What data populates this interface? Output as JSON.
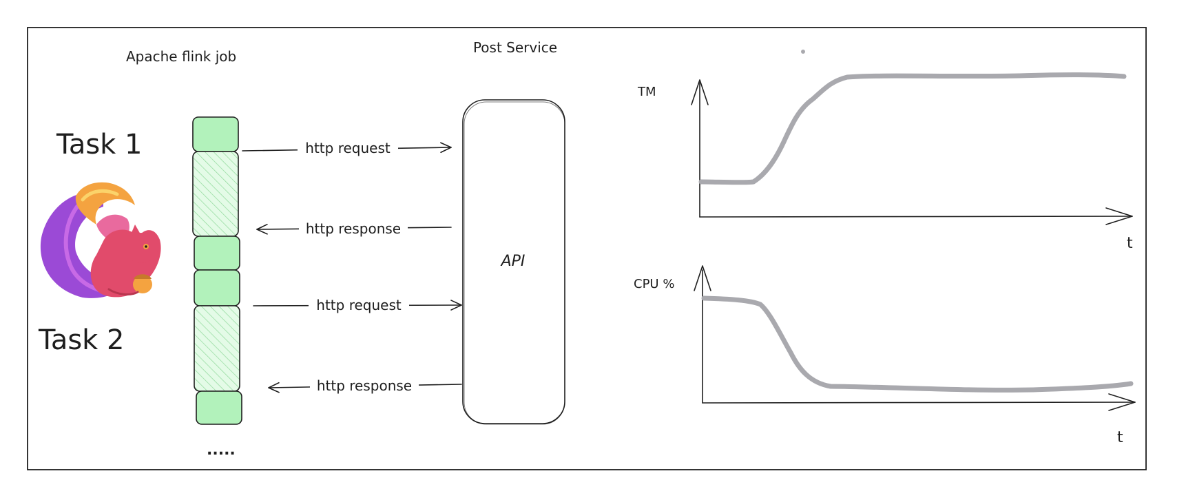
{
  "flink_job": {
    "title": "Apache flink job",
    "task1_label": "Task 1",
    "task2_label": "Task 2",
    "ellipsis": ".....",
    "logo_name": "apache-flink-squirrel-logo"
  },
  "post_service": {
    "title": "Post Service",
    "api_label": "API"
  },
  "arrows": {
    "request_1": "http request",
    "response_1": "http response",
    "request_2": "http request",
    "response_2": "http response"
  },
  "charts": {
    "tm": {
      "ylabel": "TM",
      "xlabel": "t"
    },
    "cpu": {
      "ylabel": "CPU %",
      "xlabel": "t"
    }
  },
  "colors": {
    "task_fill": "#b2f2bb",
    "curve": "#a9a9ae",
    "ink": "#1e1e1e",
    "logo_body": "#e14b6b",
    "logo_tail_purple": "#9b4ad6",
    "logo_tail_orange": "#f4a340"
  }
}
